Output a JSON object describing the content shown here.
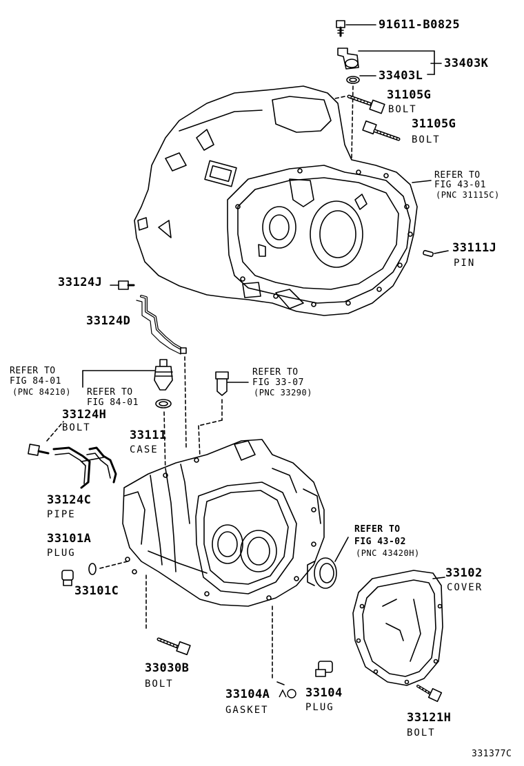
{
  "callouts": {
    "p91611": "91611-B0825",
    "p33403K": "33403K",
    "p33403L": "33403L",
    "p31105G_a": "31105G",
    "bolt_a": "BOLT",
    "p31105G_b": "31105G",
    "bolt_b": "BOLT",
    "refer_4301_l1": "REFER TO",
    "refer_4301_l2": "FIG 43-01",
    "refer_4301_l3": "(PNC 31115C)",
    "p33111J": "33111J",
    "pin": "PIN",
    "p33124J": "33124J",
    "p33124D": "33124D",
    "refer_8401a_l1": "REFER TO",
    "refer_8401a_l2": "FIG 84-01",
    "refer_8401a_l3": "(PNC 84210)",
    "refer_8401b_l1": "REFER TO",
    "refer_8401b_l2": "FIG 84-01",
    "refer_3307_l1": "REFER TO",
    "refer_3307_l2": "FIG 33-07",
    "refer_3307_l3": "(PNC 33290)",
    "p33124H": "33124H",
    "bolt_c": "BOLT",
    "p33111": "33111",
    "case": "CASE",
    "p33124C": "33124C",
    "pipe": "PIPE",
    "p33101A": "33101A",
    "plug_a": "PLUG",
    "p33101C": "33101C",
    "refer_4302_l1": "REFER TO",
    "refer_4302_l2": "FIG 43-02",
    "refer_4302_l3": "(PNC 43420H)",
    "p33102": "33102",
    "cover": "COVER",
    "p33030B": "33030B",
    "bolt_d": "BOLT",
    "p33104A": "33104A",
    "gasket": "GASKET",
    "p33104": "33104",
    "plug_b": "PLUG",
    "p33121H": "33121H",
    "bolt_e": "BOLT"
  },
  "figure_id": "331377C"
}
